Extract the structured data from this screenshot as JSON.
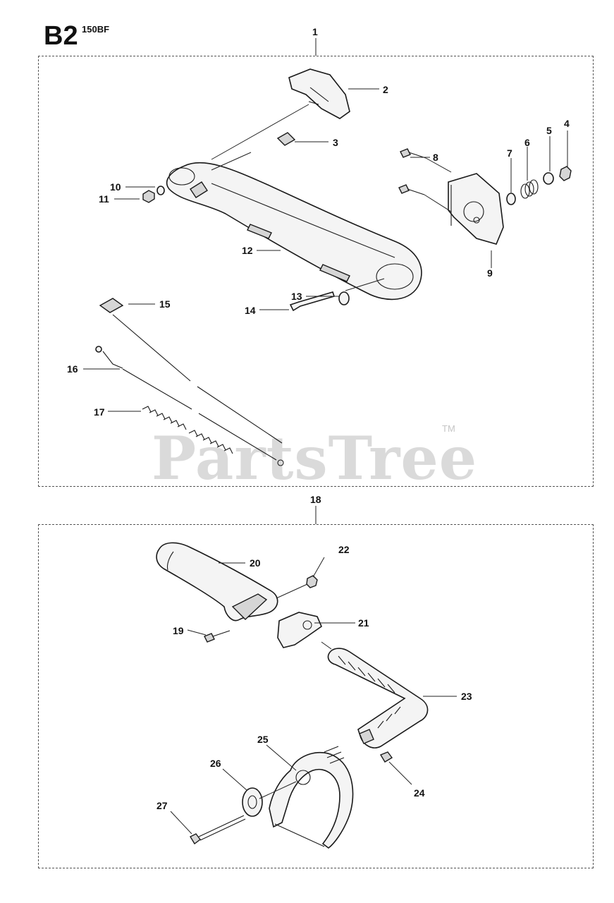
{
  "header": {
    "section": "B2",
    "model": "150BF"
  },
  "watermark": {
    "text": "PartsTree",
    "tm": "TM"
  },
  "assemblies": [
    {
      "label": "1"
    },
    {
      "label": "18"
    }
  ],
  "callouts": [
    "1",
    "2",
    "3",
    "4",
    "5",
    "6",
    "7",
    "8",
    "9",
    "10",
    "11",
    "12",
    "13",
    "14",
    "15",
    "16",
    "17",
    "18",
    "19",
    "20",
    "21",
    "22",
    "23",
    "24",
    "25",
    "26",
    "27"
  ]
}
